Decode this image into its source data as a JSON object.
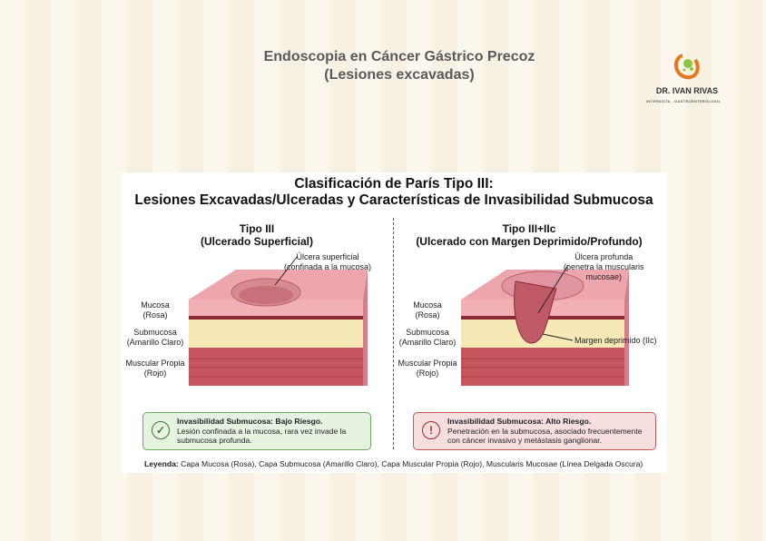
{
  "slide": {
    "title_line1": "Endoscopia en Cáncer Gástrico Precoz",
    "title_line2": "(Lesiones excavadas)"
  },
  "logo": {
    "name": "DR. IVAN RIVAS",
    "subtitle": "INTERNISTA - GASTROENTERÓLOGO",
    "colors": {
      "orange": "#e87722",
      "green": "#8dc63f"
    }
  },
  "figure": {
    "title_line1": "Clasificación de París Tipo III:",
    "title_line2": "Lesiones Excavadas/Ulceradas y Características de Invasibilidad Submucosa",
    "left": {
      "title": "Tipo III",
      "subtitle": "(Ulcerado Superficial)",
      "annotation_line1": "Úlcera superficial",
      "annotation_line2": "(confinada a la mucosa)",
      "layers": [
        {
          "l1": "Mucosa",
          "l2": "(Rosa)"
        },
        {
          "l1": "Submucosa",
          "l2": "(Amarillo Claro)"
        },
        {
          "l1": "Muscular Propia",
          "l2": "(Rojo)"
        }
      ],
      "box_title": "Invasibilidad Submucosa: Bajo Riesgo.",
      "box_text": "Lesión confinada a la mucosa, rara vez invade la submucosa profunda."
    },
    "right": {
      "title": "Tipo III+IIc",
      "subtitle": "(Ulcerado con Margen Deprimido/Profundo)",
      "annotation_line1": "Úlcera profunda",
      "annotation_line2": "(penetra la muscularis",
      "annotation_line3": "mucosae)",
      "annotation2": "Margen deprimido (IIc)",
      "layers": [
        {
          "l1": "Mucosa",
          "l2": "(Rosa)"
        },
        {
          "l1": "Submucosa",
          "l2": "(Amarillo Claro)"
        },
        {
          "l1": "Muscular Propia",
          "l2": "(Rojo)"
        }
      ],
      "box_title": "Invasibilidad Submucosa: Alto Riesgo.",
      "box_text": "Penetración en la submucosa, asociado frecuentemente con cáncer invasivo y metástasis ganglionar."
    },
    "legend_label": "Leyenda:",
    "legend_text": " Capa Mucosa (Rosa), Capa Submucosa (Amarillo Claro), Capa Muscular Propia (Rojo), Muscularis Mucosae (Línea Delgada Oscura)"
  }
}
